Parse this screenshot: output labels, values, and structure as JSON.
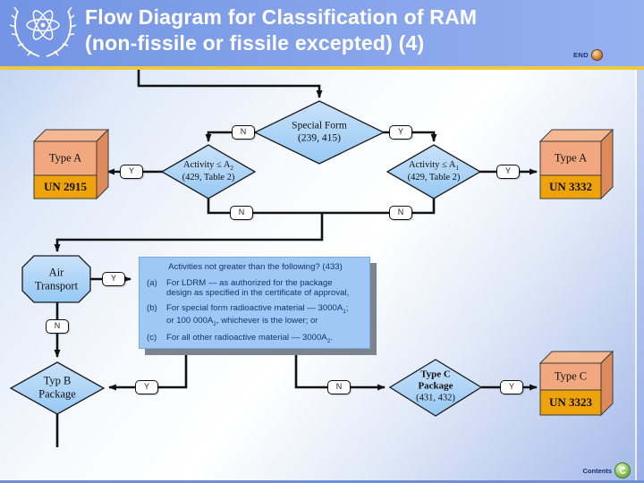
{
  "header": {
    "title_line1": "Flow Diagram for Classification of RAM",
    "title_line2": "(non-fissile or fissile excepted) (4)",
    "end_label": "END"
  },
  "footer": {
    "contents_label": "Contents"
  },
  "labels": {
    "yes": "Y",
    "no": "N"
  },
  "nodes": {
    "special_form": {
      "line1": "Special Form",
      "line2": "(239, 415)"
    },
    "activity_a2": {
      "pre": "Activity ≤ A",
      "sub": "2",
      "line2": "(429, Table 2)"
    },
    "activity_a1": {
      "pre": "Activity ≤ A",
      "sub": "1",
      "line2": "(429, Table 2)"
    },
    "air_transport": {
      "line1": "Air",
      "line2": "Transport"
    },
    "typ_b": {
      "line1": "Typ B",
      "line2": "Package"
    },
    "type_c": {
      "line1": "Type C",
      "line2": "Package",
      "line3": "(431, 432)"
    }
  },
  "boxes": {
    "un2915": {
      "type": "Type A",
      "un": "UN 2915"
    },
    "un3332": {
      "type": "Type A",
      "un": "UN 3332"
    },
    "un3323": {
      "type": "Type C",
      "un": "UN 3323"
    }
  },
  "question": {
    "title": "Activities not greater than the following? (433)",
    "item_a": {
      "label": "(a)",
      "line1": "For LDRM — as authorized for the package",
      "line2": "design as specified in the certificate of approval,"
    },
    "item_b": {
      "label": "(b)",
      "l1p1": "For special form radioactive material — 3000A",
      "l1s": "1",
      "l1p2": ";",
      "l2p1": "or 100 000A",
      "l2s": "2",
      "l2p2": ", whichever is the lower; or"
    },
    "item_c": {
      "label": "(c)",
      "p1": "For all other radioactive material — 3000A",
      "s": "2",
      "p2": "."
    }
  },
  "colors": {
    "header_blue": "#7d9ce8",
    "gold_bar": "#ecc93f",
    "diamond_fill": "#a8d3f7",
    "box_salmon": "#f2a87e",
    "box_amber": "#efa30b",
    "question_fill": "#9fc8f6",
    "shadow_gray": "#7b838f",
    "text_navy": "#15356b"
  }
}
